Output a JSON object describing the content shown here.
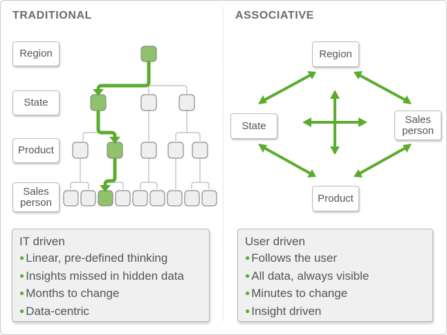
{
  "colors": {
    "accent_green": "#5aac2e",
    "highlight_node": "#8ec26b",
    "node_fill": "#efefef",
    "node_border": "#8a8a8a",
    "text": "#555555",
    "heading": "#6a6a6a"
  },
  "traditional": {
    "heading": "TRADITIONAL",
    "levels": [
      "Region",
      "State",
      "Product",
      "Sales person"
    ],
    "info": {
      "title": "IT driven",
      "items": [
        "Linear, pre-defined thinking",
        "Insights missed in hidden data",
        "Months to change",
        "Data-centric"
      ]
    },
    "highlighted_path": [
      "Region node 1",
      "State node 1",
      "Product node 2",
      "Sales person node 3"
    ]
  },
  "associative": {
    "heading": "ASSOCIATIVE",
    "nodes": {
      "top": "Region",
      "left": "State",
      "right": "Sales person",
      "bottom": "Product"
    },
    "info": {
      "title": "User driven",
      "items": [
        "Follows the user",
        "All data, always visible",
        "Minutes to change",
        "Insight driven"
      ]
    }
  }
}
